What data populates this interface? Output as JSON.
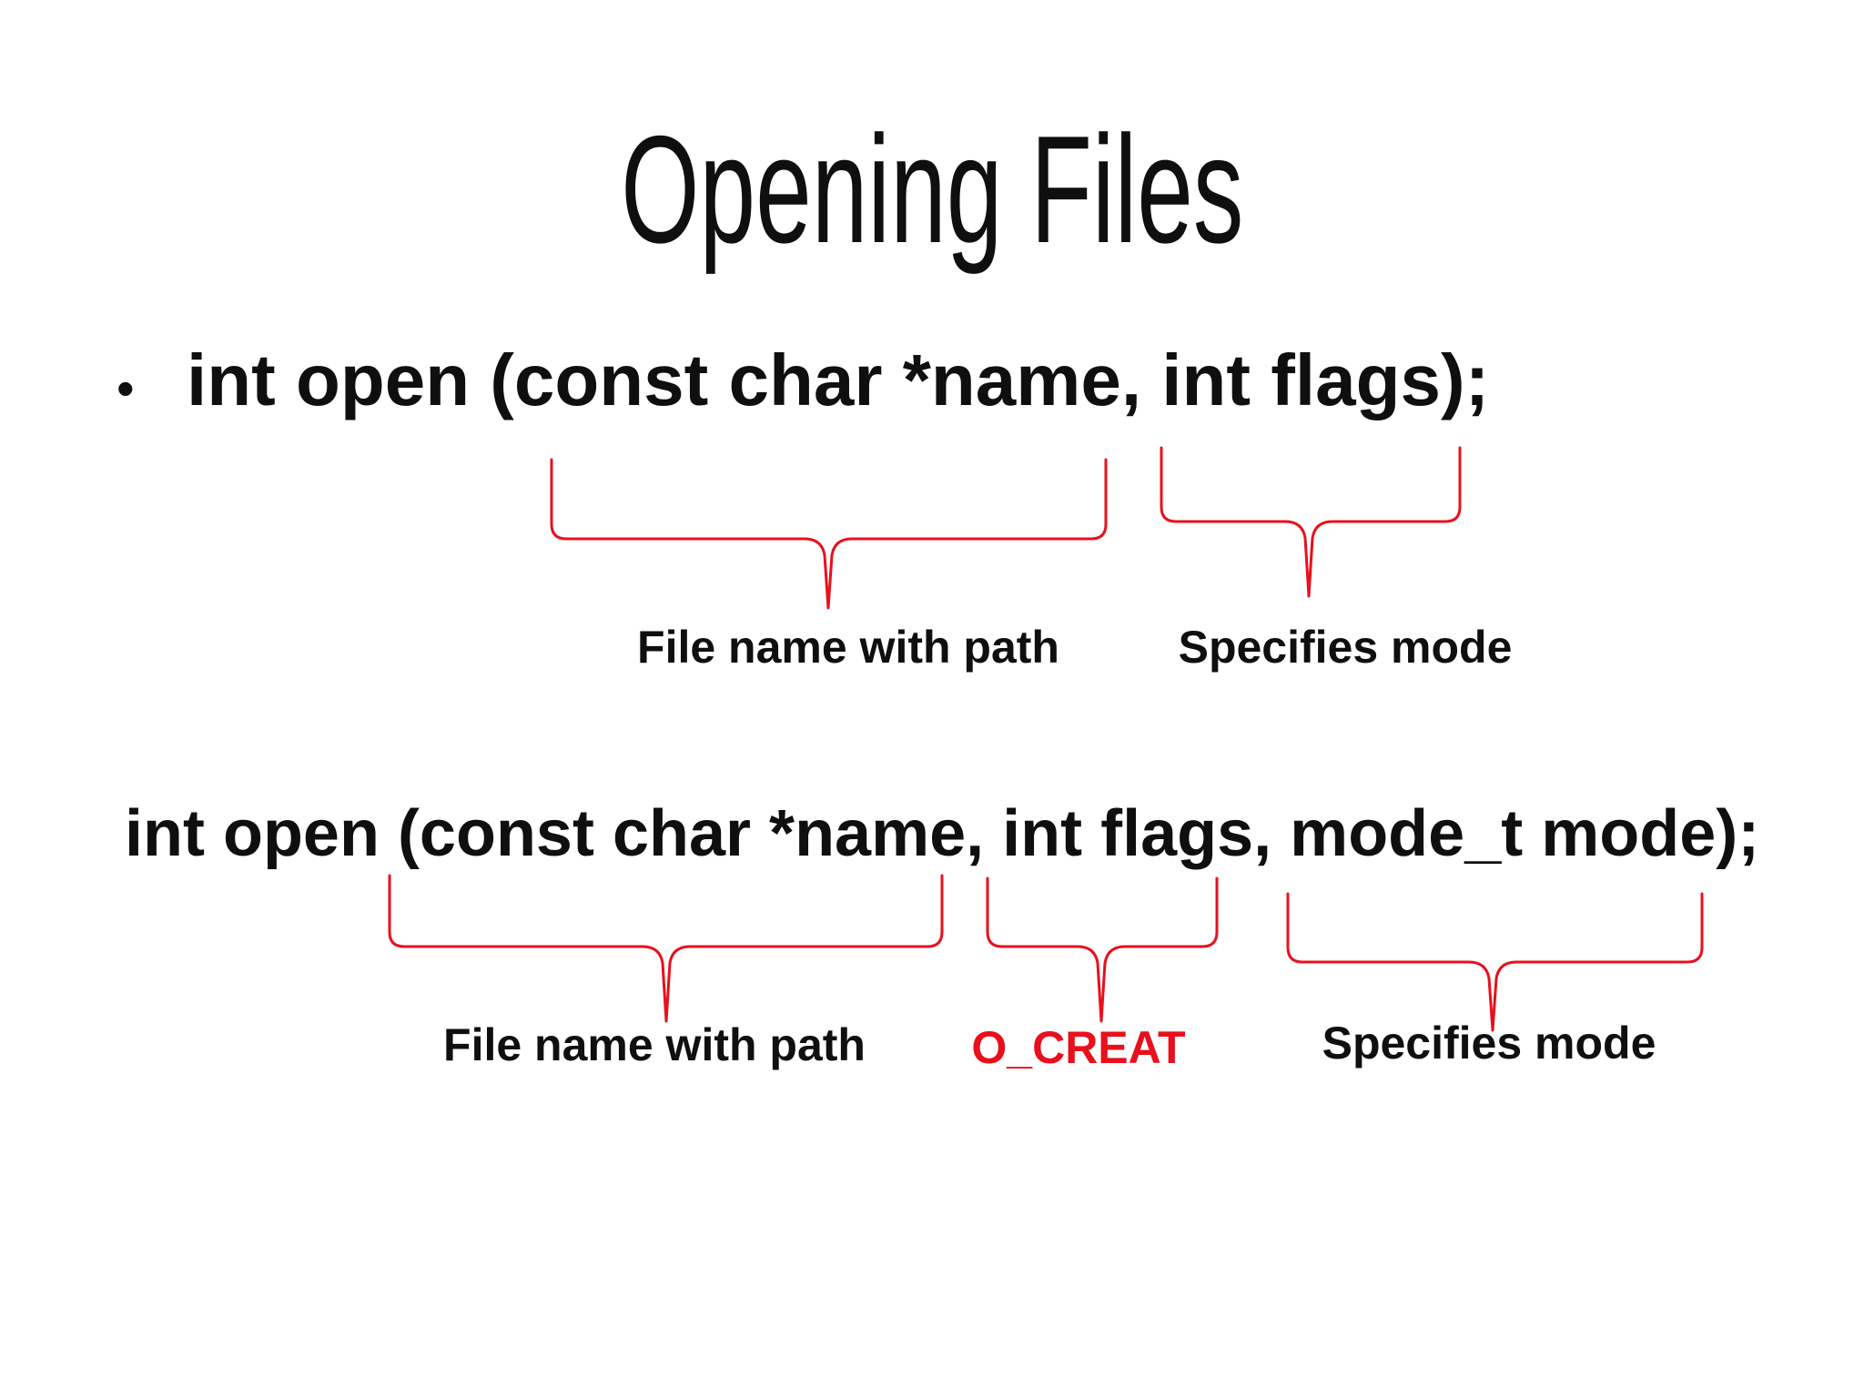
{
  "slide": {
    "title": "Opening Files",
    "bullet": "•",
    "code_line_1": "int open (const char *name, int flags);",
    "code_line_2": "int open (const char *name, int flags, mode_t mode);",
    "annotations_row_1": [
      {
        "label": "File name with path",
        "target": "const char *name"
      },
      {
        "label": "Specifies mode",
        "target": "int flags"
      }
    ],
    "annotations_row_2": [
      {
        "label": "File name with path",
        "target": "const char *name"
      },
      {
        "label": "O_CREAT",
        "target": "int flags"
      },
      {
        "label": "Specifies mode",
        "target": "mode_t mode"
      }
    ],
    "colors": {
      "text": "#0f0f0f",
      "annotation_red": "#e8101c",
      "background": "#ffffff"
    }
  }
}
